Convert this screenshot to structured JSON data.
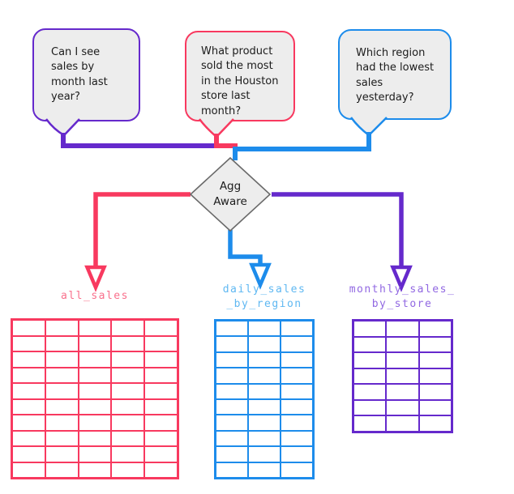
{
  "colors": {
    "pink": "#f8395f",
    "blue": "#1d8ceb",
    "purple": "#6529cc",
    "pink_label": "#f9708c",
    "blue_label": "#5fb8f2",
    "purple_label": "#9168e2",
    "bubble_fill": "#ededed",
    "diamond_fill": "#ededed",
    "diamond_border": "#6a6a6a",
    "text": "#1c1c1c"
  },
  "bubbles": [
    {
      "id": "sales-by-month",
      "text": "Can I see sales by month last year?",
      "accent": "#6529cc"
    },
    {
      "id": "product-most-houston",
      "text": "What product sold the most in the Houston store last month?",
      "accent": "#f8395f"
    },
    {
      "id": "region-lowest-sales",
      "text": "Which region had the lowest sales yesterday?",
      "accent": "#1d8ceb"
    }
  ],
  "decision_node": {
    "line1": "Agg",
    "line2": "Aware"
  },
  "tables": [
    {
      "id": "all_sales",
      "label_line1": "all_sales",
      "label_line2": "",
      "rows": 10,
      "cols": 5,
      "accent": "#f8395f"
    },
    {
      "id": "daily_sales_by_region",
      "label_line1": "daily_sales",
      "label_line2": "_by_region",
      "rows": 10,
      "cols": 3,
      "accent": "#1d8ceb"
    },
    {
      "id": "monthly_sales_by_store",
      "label_line1": "monthly_sales_",
      "label_line2": "by_store",
      "rows": 7,
      "cols": 3,
      "accent": "#6529cc"
    }
  ]
}
